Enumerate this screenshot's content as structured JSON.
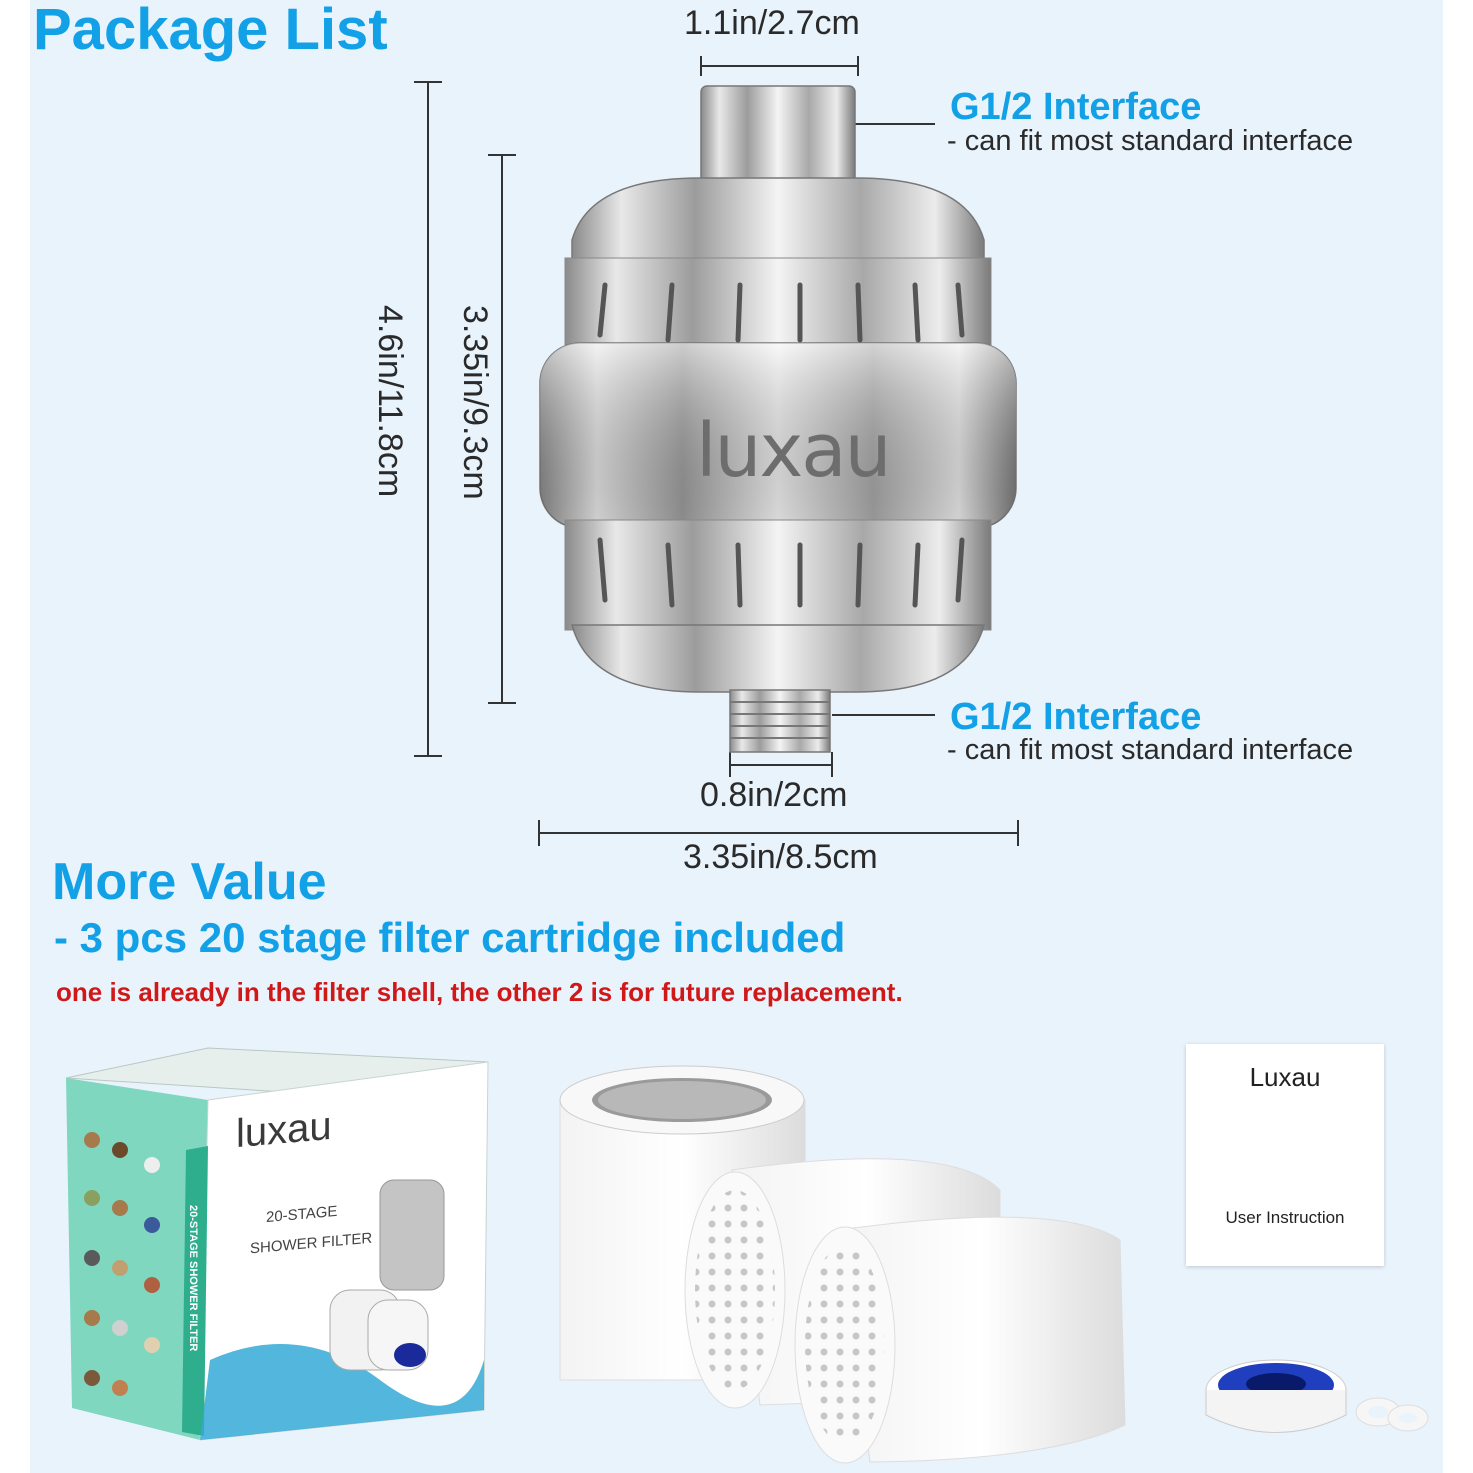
{
  "heading": "Package List",
  "dimensions": {
    "top_width": "1.1in/2.7cm",
    "total_height": "4.6in/11.8cm",
    "body_height": "3.35in/9.3cm",
    "bottom_width": "0.8in/2cm",
    "body_width": "3.35in/8.5cm"
  },
  "interfaces": [
    {
      "title": "G1/2 Interface",
      "subtitle": "- can fit most standard  interface"
    },
    {
      "title": "G1/2 Interface",
      "subtitle": "- can fit most standard  interface"
    }
  ],
  "filter": {
    "brand_logo": "luxau"
  },
  "more_value": {
    "title": "More Value",
    "subtitle": "- 3 pcs 20 stage filter cartridge included",
    "note": "one is already in the filter shell, the other 2 is for future replacement."
  },
  "box": {
    "logo": "luxau",
    "label_1": "20-STAGE",
    "label_2": "SHOWER FILTER",
    "side": "20-STAGE SHOWER FILTER"
  },
  "manual": {
    "brand": "Luxau",
    "label": "User Instruction"
  },
  "colors": {
    "accent": "#12a0e6",
    "note": "#d01818",
    "background": "#e9f3fc"
  }
}
